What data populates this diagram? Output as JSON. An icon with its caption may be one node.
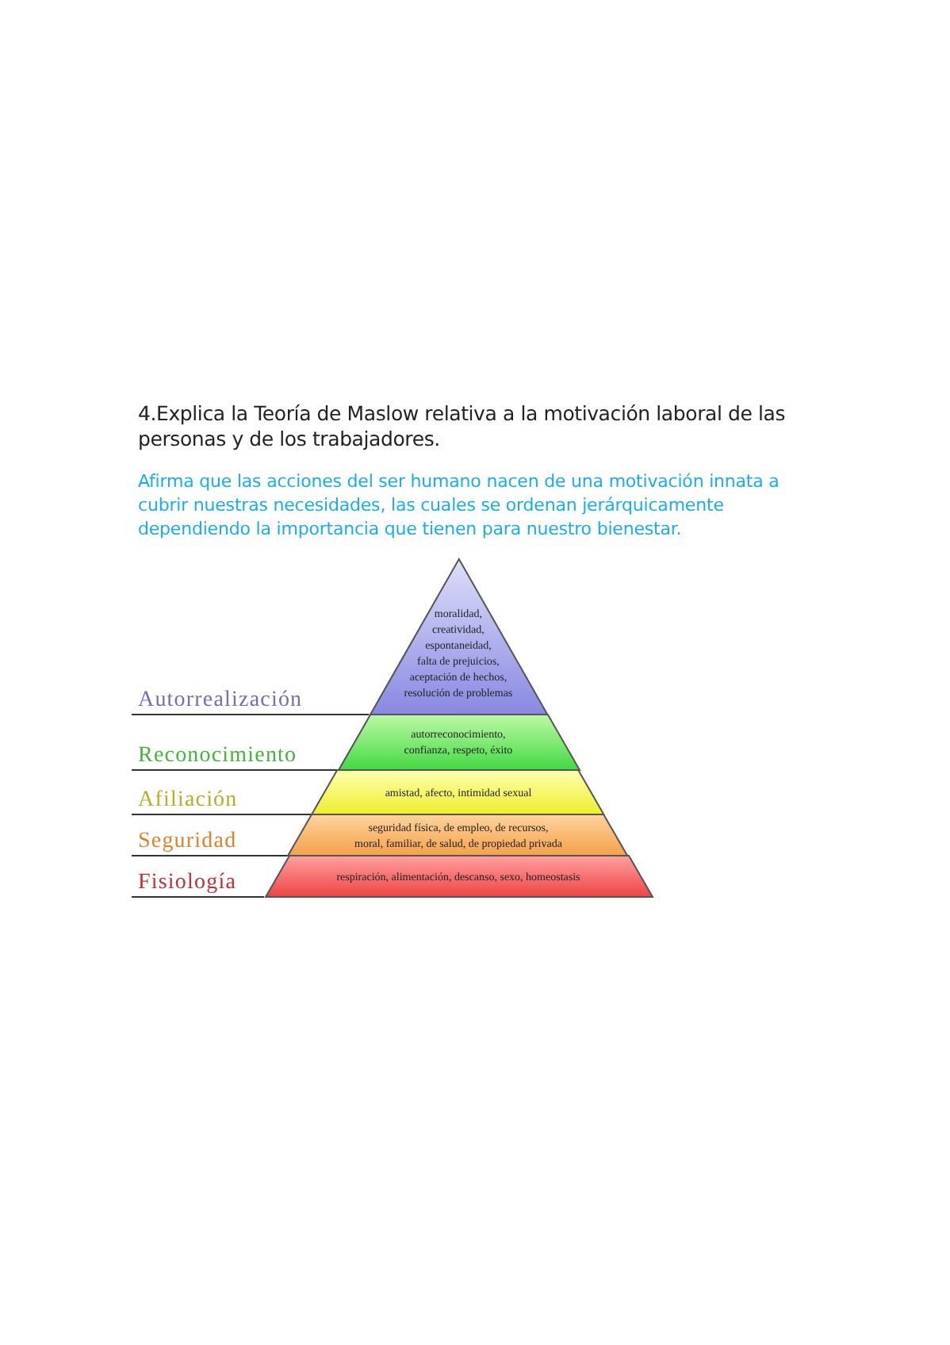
{
  "diagram": {
    "title": "4.Explica la Teoría de Maslow relativa a la motivación laboral de las personas y de los trabajadores.",
    "nodes": [
      {
        "text": [
          "Autorrealización"
        ]
      },
      {
        "text": [
          "moralidad, creatividad, espontaneidad, falta de prejuicios, aceptación de hechos, resolución de problemas"
        ]
      },
      {
        "text": [
          "Reconocimiento"
        ]
      },
      {
        "text": [
          "autorreconocimiento, confianza, respeto, éxito"
        ]
      },
      {
        "text": [
          "Afiliación"
        ]
      },
      {
        "text": [
          "amistad, afecto, intimidad sexual"
        ]
      },
      {
        "text": [
          "Seguridad"
        ]
      },
      {
        "text": [
          "seguridad física, de empleo, de recursos, moral, familiar, de salud, de propiedad privada"
        ]
      },
      {
        "text": [
          "Fisiología"
        ]
      },
      {
        "text": [
          "respiración, alimentación, descanso, sexo, homeostasis"
        ]
      }
    ],
    "edges": [
      {
        "from": 0,
        "to": 1,
        "arrow": "none"
      },
      {
        "from": 2,
        "to": 3,
        "arrow": "none"
      },
      {
        "from": 4,
        "to": 5,
        "arrow": "none"
      },
      {
        "from": 6,
        "to": 7,
        "arrow": "none"
      },
      {
        "from": 8,
        "to": 9,
        "arrow": "none"
      }
    ],
    "labels": [
      "Afirma que las acciones del ser humano nacen de una motivación innata a cubrir nuestras necesidades, las cuales se ordenan jerárquicamente dependiendo la importancia que tienen para nuestro bienestar."
    ]
  }
}
